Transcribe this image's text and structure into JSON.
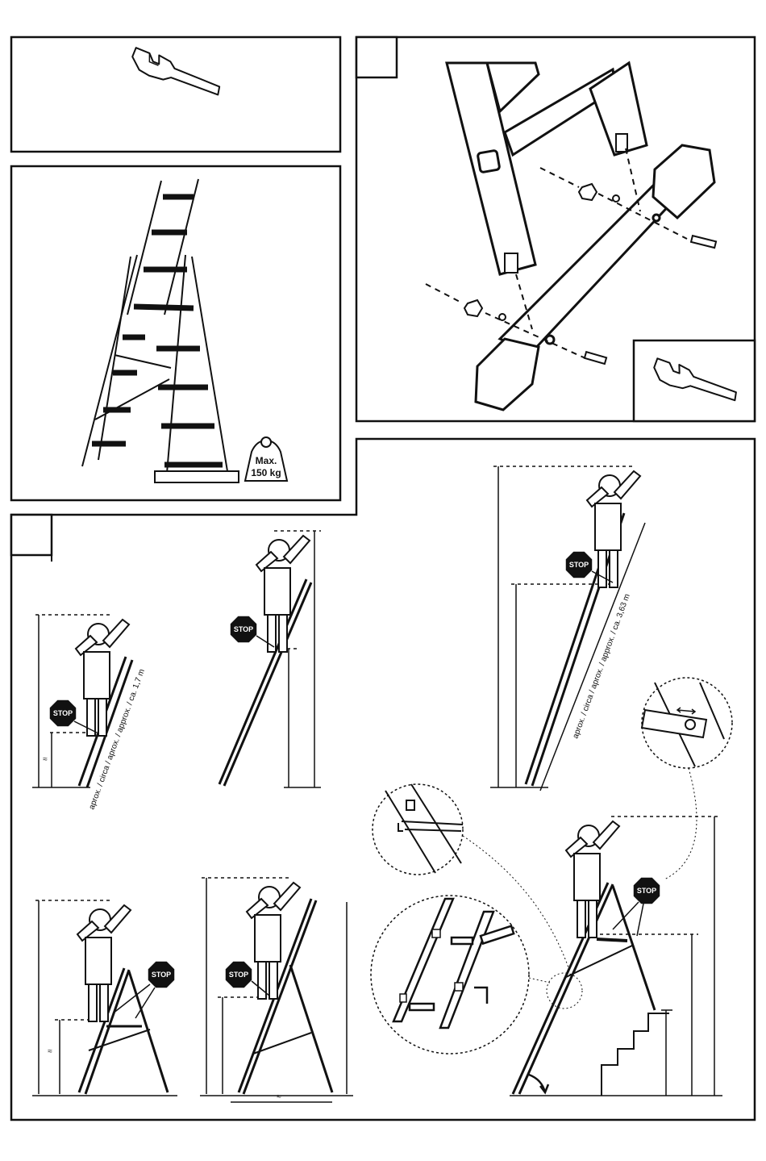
{
  "labels": {
    "max_load_line1": "Max.",
    "max_load_line2": "150 kg",
    "stop": "STOP",
    "length_short": "aprox. / circa / aprox. / approx. / ca. 1,7 m",
    "length_long": "aprox. / circa / aprox. / approx. / ca. 3,63 m",
    "approx_symbol": "≈"
  },
  "icons": {
    "tool": "wrench-icon",
    "load": "weight-icon",
    "warning": "stop-sign-icon",
    "adjust": "double-arrow-icon"
  },
  "colors": {
    "line": "#111111",
    "background": "#ffffff",
    "stop_fill": "#111111"
  }
}
